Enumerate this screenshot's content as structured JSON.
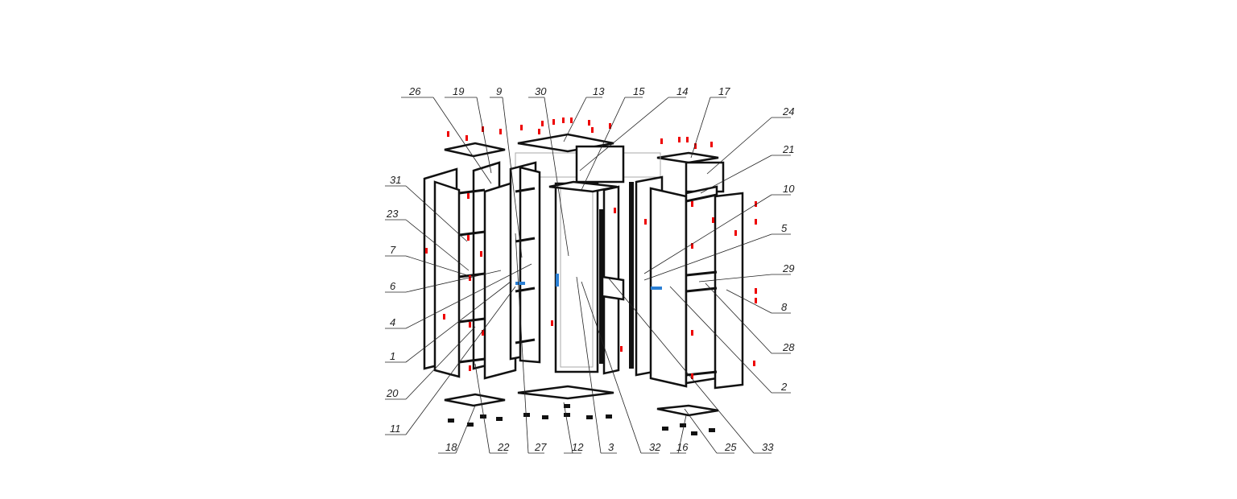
{
  "diagram": {
    "type": "exploded-assembly",
    "callouts_top": [
      "26",
      "19",
      "9",
      "30",
      "13",
      "15",
      "14",
      "17"
    ],
    "callouts_right": [
      "24",
      "21",
      "10",
      "5",
      "29",
      "8",
      "28",
      "2"
    ],
    "callouts_left": [
      "31",
      "23",
      "7",
      "6",
      "4",
      "1",
      "20",
      "11"
    ],
    "callouts_bottom": [
      "18",
      "22",
      "27",
      "12",
      "3",
      "32",
      "16",
      "25",
      "33"
    ],
    "colors": {
      "fasteners": "#e00000",
      "hinges": "#2a7fd4",
      "lines": "#111111"
    }
  }
}
